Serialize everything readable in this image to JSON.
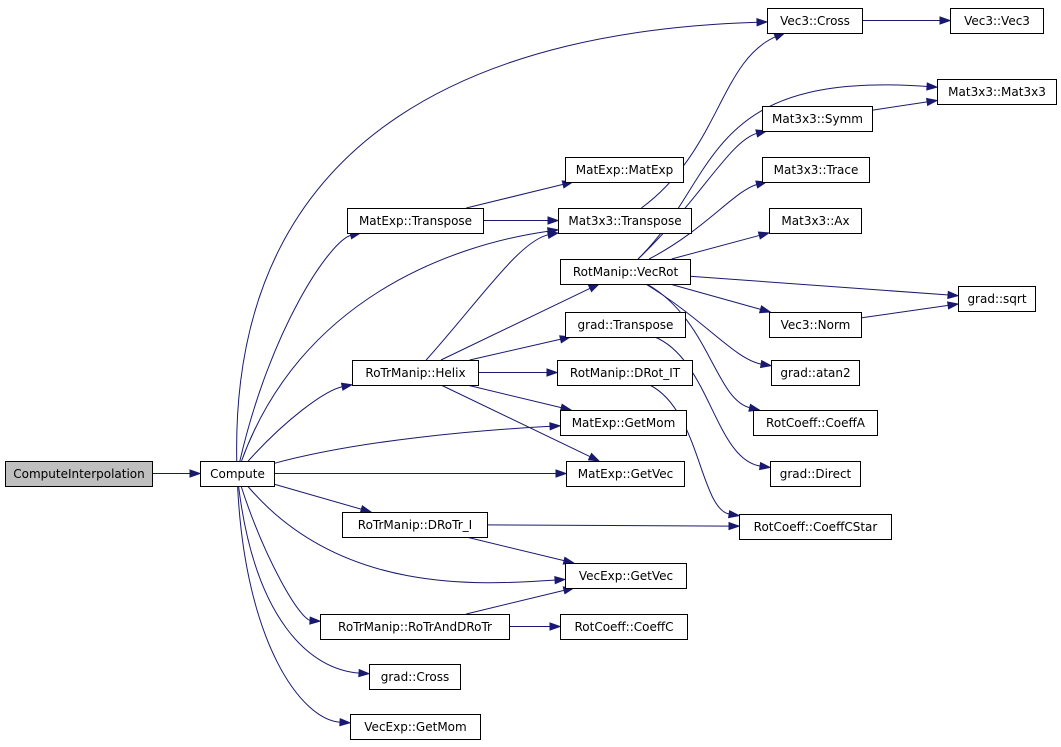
{
  "colors": {
    "edge": "#191970",
    "node_fill": "#ffffff",
    "root_fill": "#bfbfbf",
    "node_border": "#000000"
  },
  "nodes": [
    {
      "id": "ComputeInterpolation",
      "label": "ComputeInterpolation",
      "root": true
    },
    {
      "id": "Compute",
      "label": "Compute"
    },
    {
      "id": "Vec3Cross",
      "label": "Vec3::Cross"
    },
    {
      "id": "Vec3Vec3",
      "label": "Vec3::Vec3"
    },
    {
      "id": "Mat3x3Mat3x3",
      "label": "Mat3x3::Mat3x3"
    },
    {
      "id": "Mat3x3Symm",
      "label": "Mat3x3::Symm"
    },
    {
      "id": "MatExpMatExp",
      "label": "MatExp::MatExp"
    },
    {
      "id": "Mat3x3Trace",
      "label": "Mat3x3::Trace"
    },
    {
      "id": "MatExpTranspose",
      "label": "MatExp::Transpose"
    },
    {
      "id": "Mat3x3Transpose",
      "label": "Mat3x3::Transpose"
    },
    {
      "id": "Mat3x3Ax",
      "label": "Mat3x3::Ax"
    },
    {
      "id": "RotManipVecRot",
      "label": "RotManip::VecRot"
    },
    {
      "id": "gradsqrt",
      "label": "grad::sqrt"
    },
    {
      "id": "gradTranspose",
      "label": "grad::Transpose"
    },
    {
      "id": "Vec3Norm",
      "label": "Vec3::Norm"
    },
    {
      "id": "RoTrManipHelix",
      "label": "RoTrManip::Helix"
    },
    {
      "id": "RotManipDRotIT",
      "label": "RotManip::DRot_IT"
    },
    {
      "id": "gradatan2",
      "label": "grad::atan2"
    },
    {
      "id": "RotCoeffCoeffA",
      "label": "RotCoeff::CoeffA"
    },
    {
      "id": "MatExpGetMom",
      "label": "MatExp::GetMom"
    },
    {
      "id": "MatExpGetVec",
      "label": "MatExp::GetVec"
    },
    {
      "id": "gradDirect",
      "label": "grad::Direct"
    },
    {
      "id": "RoTrManipDRoTrI",
      "label": "RoTrManip::DRoTr_I"
    },
    {
      "id": "RotCoeffCoeffCStar",
      "label": "RotCoeff::CoeffCStar"
    },
    {
      "id": "VecExpGetVec",
      "label": "VecExp::GetVec"
    },
    {
      "id": "RoTrManipRoTrAndDRoTr",
      "label": "RoTrManip::RoTrAndDRoTr"
    },
    {
      "id": "RotCoeffCoeffC",
      "label": "RotCoeff::CoeffC"
    },
    {
      "id": "gradCross",
      "label": "grad::Cross"
    },
    {
      "id": "VecExpGetMom",
      "label": "VecExp::GetMom"
    }
  ],
  "edges": [
    [
      "ComputeInterpolation",
      "Compute"
    ],
    [
      "Compute",
      "Vec3Cross"
    ],
    [
      "Compute",
      "MatExpTranspose"
    ],
    [
      "Compute",
      "Mat3x3Transpose"
    ],
    [
      "Compute",
      "RoTrManipHelix"
    ],
    [
      "Compute",
      "MatExpGetMom"
    ],
    [
      "Compute",
      "MatExpGetVec"
    ],
    [
      "Compute",
      "RoTrManipDRoTrI"
    ],
    [
      "Compute",
      "VecExpGetVec"
    ],
    [
      "Compute",
      "RoTrManipRoTrAndDRoTr"
    ],
    [
      "Compute",
      "gradCross"
    ],
    [
      "Compute",
      "VecExpGetMom"
    ],
    [
      "Vec3Cross",
      "Vec3Vec3"
    ],
    [
      "MatExpTranspose",
      "MatExpMatExp"
    ],
    [
      "MatExpTranspose",
      "Mat3x3Transpose"
    ],
    [
      "Mat3x3Transpose",
      "Vec3Cross"
    ],
    [
      "RotManipVecRot",
      "Mat3x3Mat3x3"
    ],
    [
      "RotManipVecRot",
      "Mat3x3Symm"
    ],
    [
      "RotManipVecRot",
      "Mat3x3Trace"
    ],
    [
      "RotManipVecRot",
      "Mat3x3Ax"
    ],
    [
      "RotManipVecRot",
      "gradsqrt"
    ],
    [
      "RotManipVecRot",
      "Vec3Norm"
    ],
    [
      "RotManipVecRot",
      "gradatan2"
    ],
    [
      "RotManipVecRot",
      "RotCoeffCoeffA"
    ],
    [
      "Mat3x3Symm",
      "Mat3x3Mat3x3"
    ],
    [
      "Vec3Norm",
      "gradsqrt"
    ],
    [
      "RoTrManipHelix",
      "Mat3x3Transpose"
    ],
    [
      "RoTrManipHelix",
      "RotManipVecRot"
    ],
    [
      "RoTrManipHelix",
      "gradTranspose"
    ],
    [
      "RoTrManipHelix",
      "RotManipDRotIT"
    ],
    [
      "RoTrManipHelix",
      "MatExpGetMom"
    ],
    [
      "RoTrManipHelix",
      "MatExpGetVec"
    ],
    [
      "gradTranspose",
      "gradDirect"
    ],
    [
      "RotManipDRotIT",
      "RotCoeffCoeffCStar"
    ],
    [
      "RoTrManipDRoTrI",
      "RotCoeffCoeffCStar"
    ],
    [
      "RoTrManipDRoTrI",
      "VecExpGetVec"
    ],
    [
      "RoTrManipRoTrAndDRoTr",
      "VecExpGetVec"
    ],
    [
      "RoTrManipRoTrAndDRoTr",
      "RotCoeffCoeffC"
    ]
  ]
}
